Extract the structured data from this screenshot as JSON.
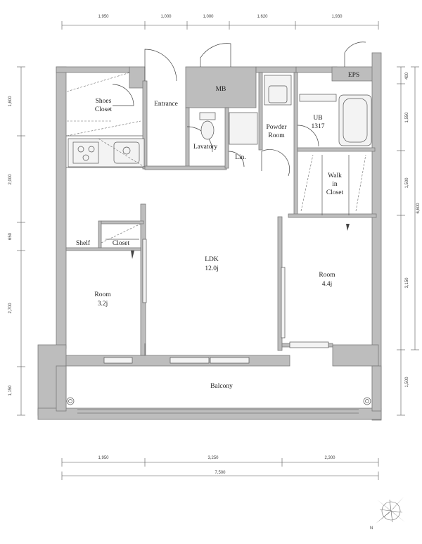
{
  "rooms": {
    "shoes_closet": "Shoes\nCloset",
    "shoes_line1": "Shoes",
    "shoes_line2": "Closet",
    "entrance": "Entrance",
    "mb": "MB",
    "eps": "EPS",
    "lavatory": "Lavatory",
    "lin": "Lin.",
    "powder_line1": "Powder",
    "powder_line2": "Room",
    "ub_line1": "UB",
    "ub_line2": "1317",
    "walkin_line1": "Walk",
    "walkin_line2": "in",
    "walkin_line3": "Closet",
    "ldk_name": "LDK",
    "ldk_size": "12.0j",
    "room_right_name": "Room",
    "room_right_size": "4.4j",
    "room_left_name": "Room",
    "room_left_size": "3.2j",
    "shelf": "Shelf",
    "closet": "Closet",
    "balcony": "Balcony"
  },
  "dimensions": {
    "top": [
      "1,950",
      "1,000",
      "1,000",
      "1,620",
      "1,930"
    ],
    "left": [
      "1,600",
      "2,000",
      "650",
      "2,700",
      "1,150"
    ],
    "right_inner": [
      "400",
      "1,550",
      "1,500",
      "3,150",
      "1,500"
    ],
    "right_outer": "6,600",
    "bottom": [
      "1,950",
      "3,250",
      "2,300"
    ],
    "bottom_total": "7,500"
  },
  "compass": {
    "north_label": "N"
  }
}
